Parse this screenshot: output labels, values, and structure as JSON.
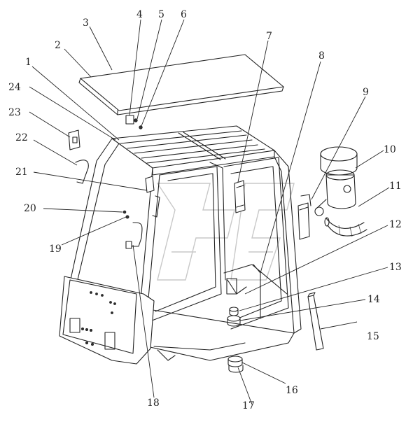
{
  "callouts": [
    {
      "id": "1",
      "label": "1"
    },
    {
      "id": "2",
      "label": "2"
    },
    {
      "id": "3",
      "label": "3"
    },
    {
      "id": "4",
      "label": "4"
    },
    {
      "id": "5",
      "label": "5"
    },
    {
      "id": "6",
      "label": "6"
    },
    {
      "id": "7",
      "label": "7"
    },
    {
      "id": "8",
      "label": "8"
    },
    {
      "id": "9",
      "label": "9"
    },
    {
      "id": "10",
      "label": "10"
    },
    {
      "id": "11",
      "label": "11"
    },
    {
      "id": "12",
      "label": "12"
    },
    {
      "id": "13",
      "label": "13"
    },
    {
      "id": "14",
      "label": "14"
    },
    {
      "id": "15",
      "label": "15"
    },
    {
      "id": "16",
      "label": "16"
    },
    {
      "id": "17",
      "label": "17"
    },
    {
      "id": "18",
      "label": "18"
    },
    {
      "id": "19",
      "label": "19"
    },
    {
      "id": "20",
      "label": "20"
    },
    {
      "id": "21",
      "label": "21"
    },
    {
      "id": "22",
      "label": "22"
    },
    {
      "id": "23",
      "label": "23"
    },
    {
      "id": "24",
      "label": "24"
    }
  ],
  "colors": {
    "line": "#222222",
    "background": "#ffffff",
    "watermark": "#c8c8c8"
  }
}
